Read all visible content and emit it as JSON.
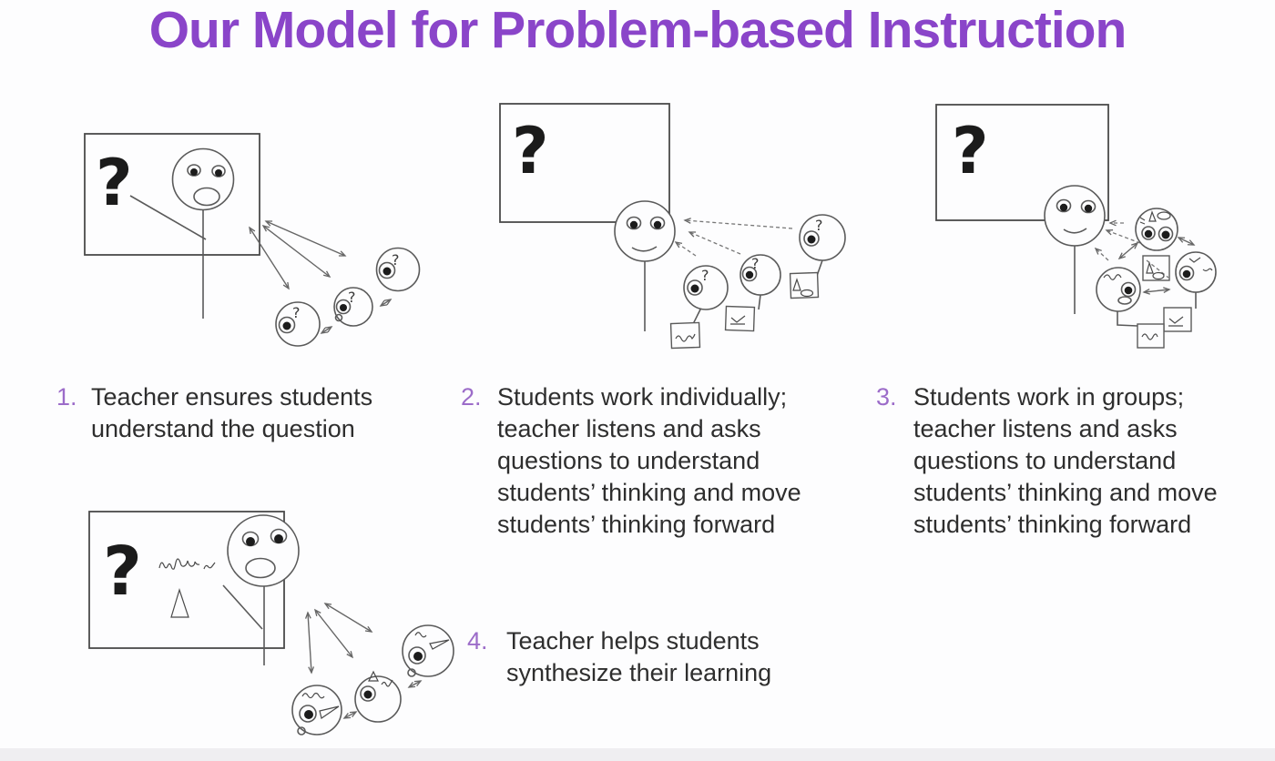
{
  "title": "Our Model for Problem-based Instruction",
  "symbols": {
    "question_mark": "?"
  },
  "steps": [
    {
      "number": "1.",
      "text": "Teacher ensures students understand the question"
    },
    {
      "number": "2.",
      "text": "Students work individually; teacher listens and asks questions to understand students’ thinking and move students’ thinking forward"
    },
    {
      "number": "3.",
      "text": "Students work in groups; teacher listens and asks questions to understand students’ thinking and move students’ thinking forward"
    },
    {
      "number": "4.",
      "text": "Teacher helps students synthesize their learning"
    }
  ],
  "colors": {
    "title": "#8a45c9",
    "step_number": "#9c6cc9",
    "body_text": "#2e2e2e",
    "sketch_line": "#5a5a5a",
    "background": "#fdfdfe",
    "bottom_bar": "#efeef1"
  }
}
